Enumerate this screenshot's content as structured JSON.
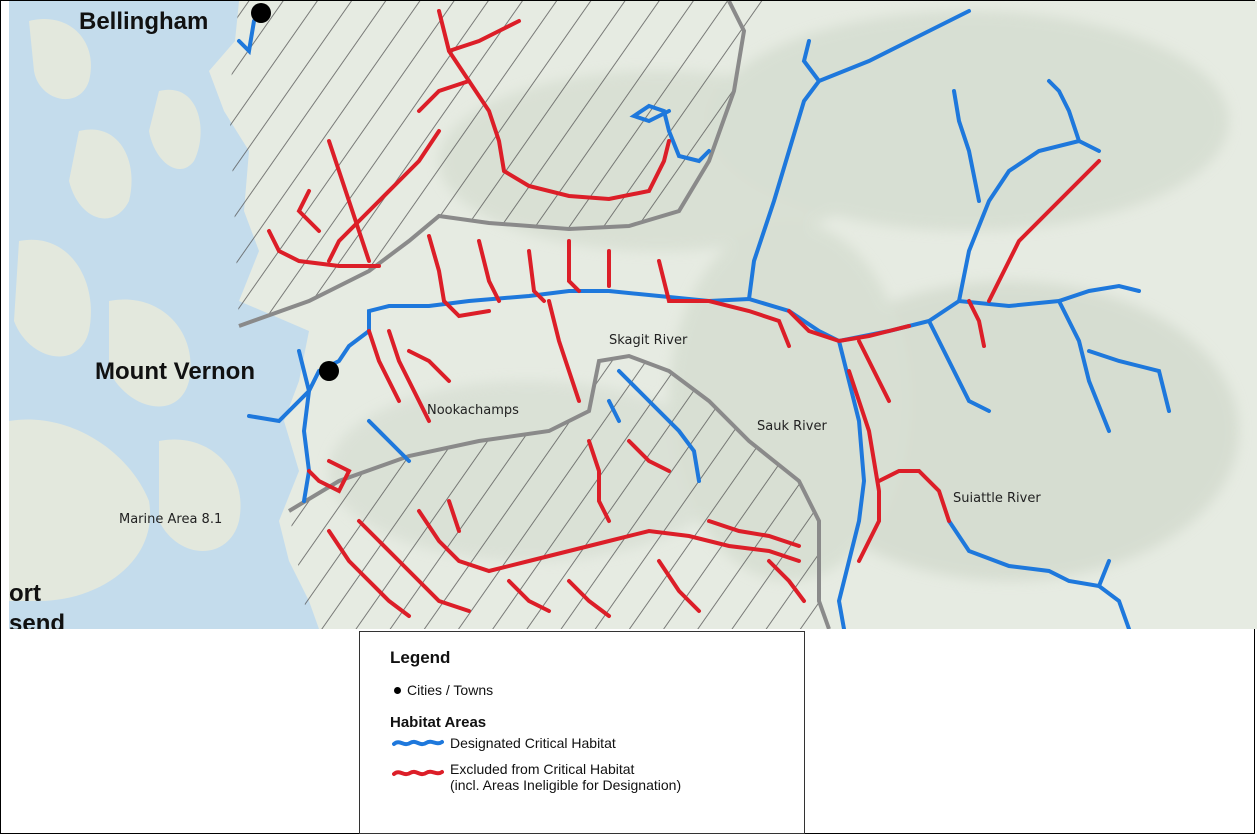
{
  "map": {
    "cities": [
      {
        "name": "Bellingham"
      },
      {
        "name": "Mount Vernon"
      },
      {
        "name": "ort\nsend"
      }
    ],
    "places": [
      "Skagit River",
      "Nookachamps",
      "Sauk River",
      "Suiattle River",
      "Marine Area 8.1"
    ],
    "colors": {
      "water": "#c4dcec",
      "land": "#e6ebe2",
      "hills": "#d5ddd1",
      "designated": "#1e78dc",
      "excluded": "#dc1e28",
      "boundary": "#8a8a8a",
      "hatch": "#555555"
    }
  },
  "legend": {
    "title": "Legend",
    "cities_label": "Cities / Towns",
    "habitat_title": "Habitat Areas",
    "designated_label": "Designated Critical Habitat",
    "excluded_label_1": "Excluded from Critical Habitat",
    "excluded_label_2": "(incl. Areas Ineligible for Designation)"
  }
}
